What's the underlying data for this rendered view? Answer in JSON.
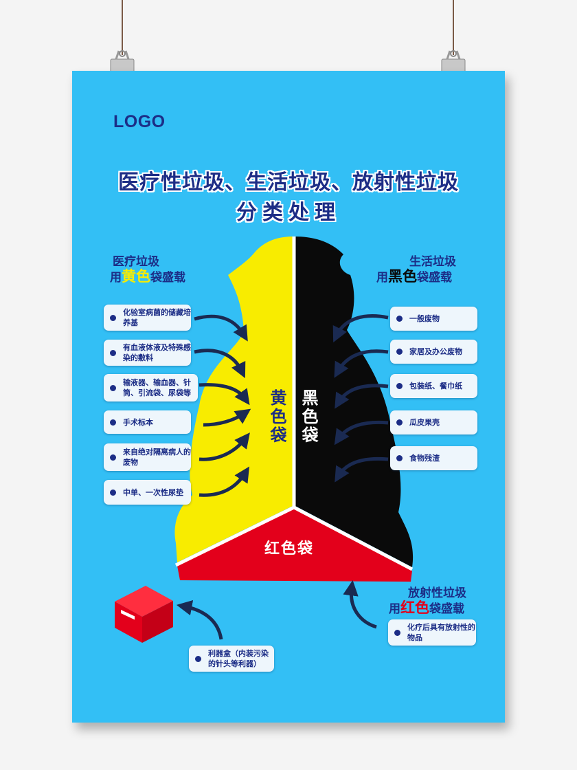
{
  "logo": "LOGO",
  "title": {
    "line1": "医疗性垃圾、生活垃圾、放射性垃圾",
    "line2": "分类处理"
  },
  "yellow": {
    "title": "医疗垃圾",
    "prefix": "用",
    "highlight": "黄色",
    "suffix": "袋盛载",
    "bag_label": "黄色袋",
    "items": [
      "化验室病菌的储藏培养基",
      "有血液体液及特殊感染的敷料",
      "输液器、输血器、针筒、引流袋、尿袋等",
      "手术标本",
      "来自绝对隔离病人的废物",
      "中单、一次性尿垫"
    ]
  },
  "black": {
    "title": "生活垃圾",
    "prefix": "用",
    "highlight": "黑色",
    "suffix": "袋盛载",
    "bag_label": "黑色袋",
    "items": [
      "一般废物",
      "家居及办公废物",
      "包装纸、餐巾纸",
      "瓜皮果壳",
      "食物残渣"
    ]
  },
  "red": {
    "title": "放射性垃圾",
    "prefix": "用",
    "highlight": "红色",
    "suffix": "袋盛载",
    "bag_label": "红色袋",
    "items": [
      "化疗后具有放射性的物品"
    ]
  },
  "sharps": {
    "label": "利器盒（内装污染的针头等利器）"
  },
  "colors": {
    "background": "#33bff5",
    "navy": "#1c2d86",
    "yellow": "#f8ec00",
    "black": "#0a0a0a",
    "red": "#e3001b"
  }
}
